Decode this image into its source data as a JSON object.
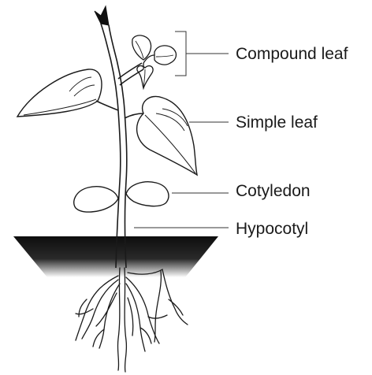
{
  "labels": {
    "compound_leaf": "Compound leaf",
    "simple_leaf": "Simple leaf",
    "cotyledon": "Cotyledon",
    "hypocotyl": "Hypocotyl"
  },
  "colors": {
    "ink": "#1a1a1a",
    "soil_dark": "#111111",
    "background": "#ffffff"
  }
}
